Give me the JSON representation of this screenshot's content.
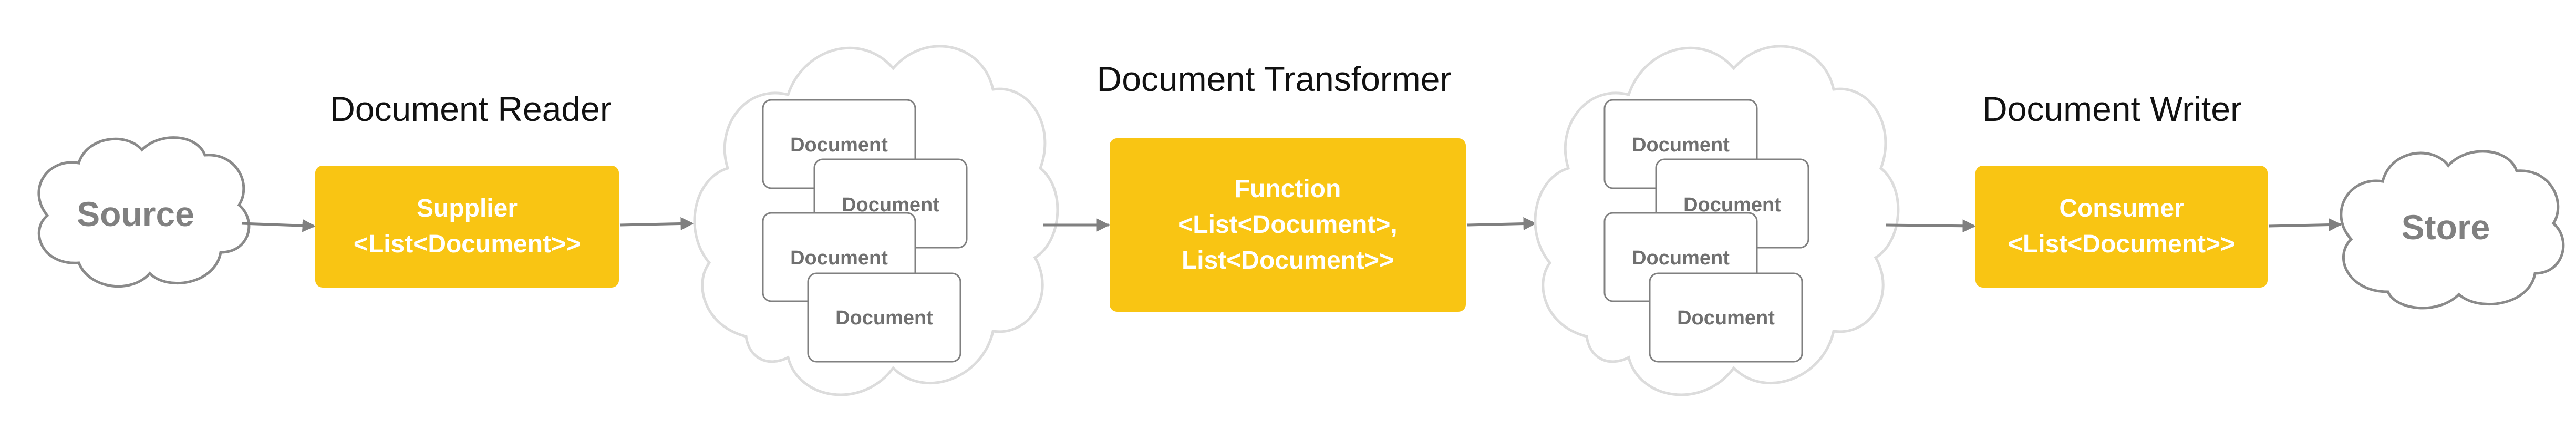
{
  "colors": {
    "accent": "#F9C513",
    "cloud_stroke": "#8a8a8a",
    "bg_cloud_stroke": "#dcdcdc",
    "doc_stroke": "#808080",
    "arrow": "#808080"
  },
  "source": {
    "label": "Source"
  },
  "store": {
    "label": "Store"
  },
  "reader": {
    "title": "Document Reader",
    "lines": [
      "Supplier",
      "<List<Document>>"
    ]
  },
  "transformer": {
    "title": "Document Transformer",
    "lines": [
      "Function",
      "<List<Document>,",
      "List<Document>>"
    ]
  },
  "writer": {
    "title": "Document Writer",
    "lines": [
      "Consumer",
      "<List<Document>>"
    ]
  },
  "document_groups": [
    {
      "docs": [
        "Document",
        "Document",
        "Document",
        "Document"
      ]
    },
    {
      "docs": [
        "Document",
        "Document",
        "Document",
        "Document"
      ]
    }
  ]
}
